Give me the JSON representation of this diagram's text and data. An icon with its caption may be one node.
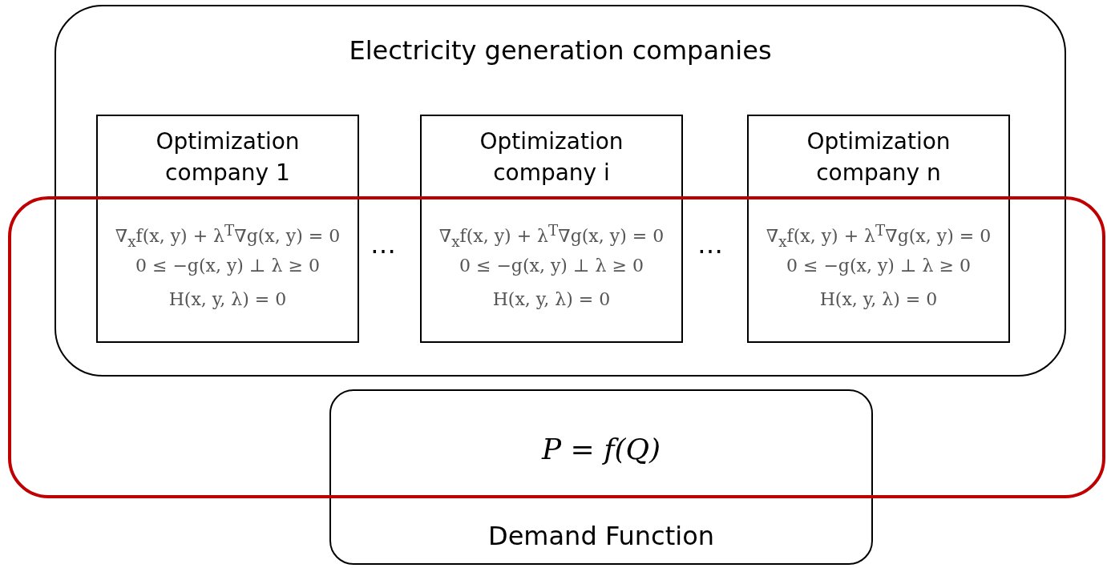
{
  "diagram": {
    "nodes": [
      {
        "text": [
          "Electricity generation companies"
        ]
      },
      {
        "text": [
          "Optimization company 1",
          "∇$_{x}$f(x, y) + λ$^{T}$∇g(x, y) = 0",
          "0 ≤ −g(x, y) ⊥ λ ≥ 0",
          "H(x, y, λ) = 0"
        ],
        "in": 0
      },
      {
        "text": [
          "Optimization company i",
          "∇$_{x}$f(x, y) + λ$^{T}$∇g(x, y) = 0",
          "0 ≤ −g(x, y) ⊥ λ ≥ 0",
          "H(x, y, λ) = 0"
        ],
        "in": 0
      },
      {
        "text": [
          "Optimization company n",
          "∇$_{x}$f(x, y) + λ$^{T}$∇g(x, y) = 0",
          "0 ≤ −g(x, y) ⊥ λ ≥ 0",
          "H(x, y, λ) = 0"
        ],
        "in": 0
      },
      {
        "text": [
          "P = f(Q)",
          "Demand Function"
        ]
      },
      {
        "text": [],
        "shape": "box"
      }
    ],
    "edges": [],
    "labels": [
      "…",
      "…"
    ]
  }
}
